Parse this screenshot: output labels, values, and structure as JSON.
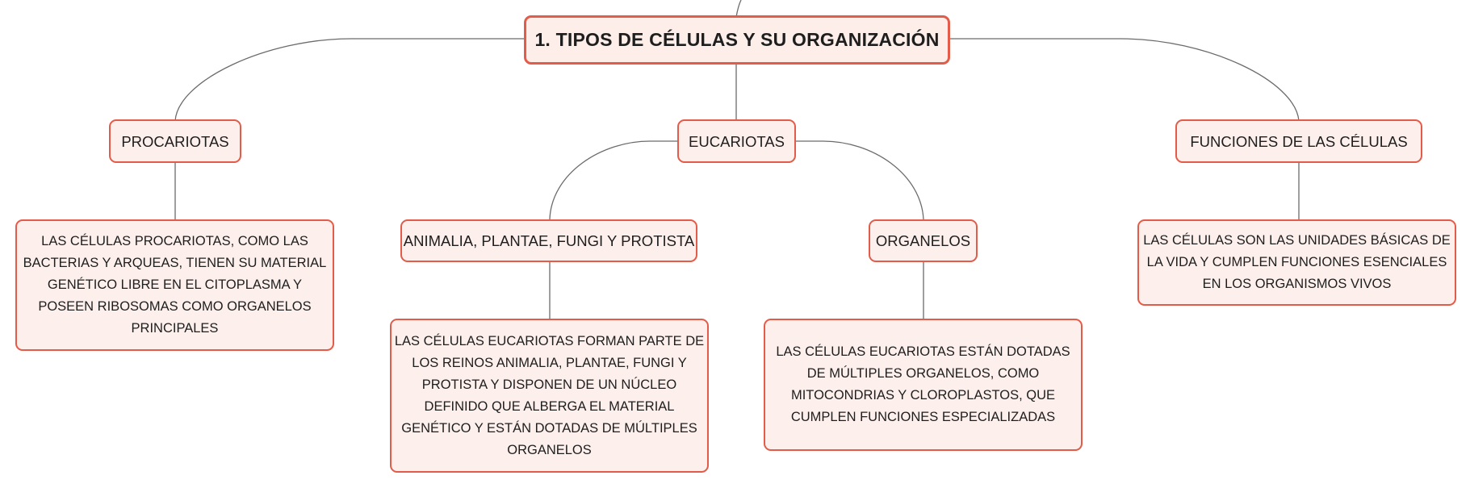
{
  "diagram": {
    "root": {
      "text": "1. TIPOS DE CÉLULAS Y SU ORGANIZACIÓN"
    },
    "branches": {
      "procariotas": {
        "label": "PROCARIOTAS",
        "description_lines": [
          "LAS CÉLULAS PROCARIOTAS, COMO LAS",
          "BACTERIAS Y ARQUEAS, TIENEN SU MATERIAL",
          "GENÉTICO LIBRE EN EL CITOPLASMA Y",
          "POSEEN RIBOSOMAS COMO ORGANELOS",
          "PRINCIPALES"
        ]
      },
      "eucariotas": {
        "label": "EUCARIOTAS",
        "reinos": {
          "label": "ANIMALIA, PLANTAE, FUNGI Y PROTISTA",
          "description_lines": [
            "LAS CÉLULAS EUCARIOTAS FORMAN PARTE DE",
            "LOS REINOS ANIMALIA, PLANTAE, FUNGI Y",
            "PROTISTA Y DISPONEN DE UN NÚCLEO",
            "DEFINIDO QUE ALBERGA EL MATERIAL",
            "GENÉTICO Y ESTÁN DOTADAS DE MÚLTIPLES",
            "ORGANELOS"
          ]
        },
        "organelos": {
          "label": "ORGANELOS",
          "description_lines": [
            "LAS CÉLULAS EUCARIOTAS ESTÁN DOTADAS",
            "DE MÚLTIPLES ORGANELOS, COMO",
            "MITOCONDRIAS Y CLOROPLASTOS, QUE",
            "CUMPLEN FUNCIONES ESPECIALIZADAS"
          ]
        }
      },
      "funciones": {
        "label": "FUNCIONES DE LAS CÉLULAS",
        "description_lines": [
          "LAS CÉLULAS SON LAS UNIDADES BÁSICAS DE",
          "LA VIDA Y CUMPLEN FUNCIONES ESENCIALES",
          "EN LOS ORGANISMOS VIVOS"
        ]
      }
    },
    "colors": {
      "node_border": "#e35b49",
      "node_fill": "#fdf0ec",
      "connector": "#6b6b6b",
      "text": "#1e1e1e"
    }
  }
}
